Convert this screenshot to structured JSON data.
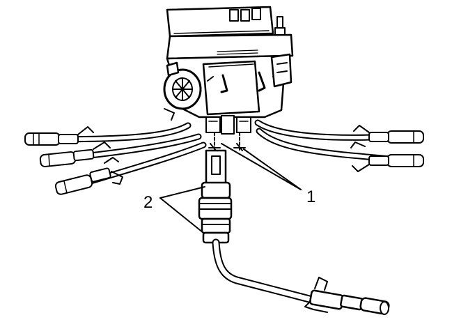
{
  "figure": {
    "callouts": [
      {
        "id": "1",
        "text": "1"
      },
      {
        "id": "2",
        "text": "2"
      }
    ],
    "colors": {
      "ink": "#000000",
      "paper": "#ffffff"
    }
  }
}
